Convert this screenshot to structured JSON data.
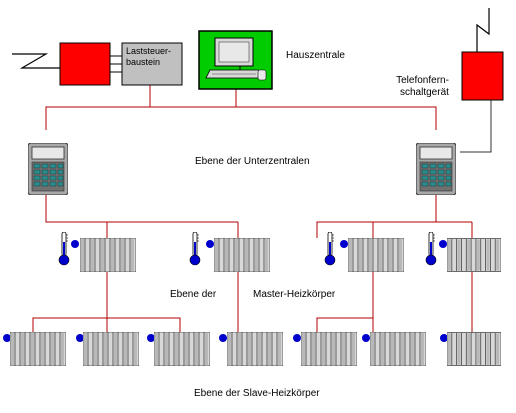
{
  "labels": {
    "laststeuer": "Laststeuer-",
    "baustein": "baustein",
    "hauszentrale": "Hauszentrale",
    "telefon1": "Telefonfern-",
    "telefon2": "schaltgerät",
    "unterzentralen": "Ebene der Unterzentralen",
    "ebene_der": "Ebene der",
    "master": "Master-Heizkörper",
    "slave": "Ebene der Slave-Heizkörper"
  },
  "colors": {
    "red_device": "#ff0000",
    "gray_device": "#c0c0c0",
    "green_screen": "#00cc00",
    "wire": "#b00000",
    "valve_blue": "#0000cc",
    "controller_teal": "#2a8c8c"
  },
  "icons": {
    "antenna": "lightning-antenna-icon",
    "computer": "computer-icon",
    "controller": "controller-icon",
    "thermometer": "thermometer-icon",
    "radiator": "radiator-icon"
  }
}
